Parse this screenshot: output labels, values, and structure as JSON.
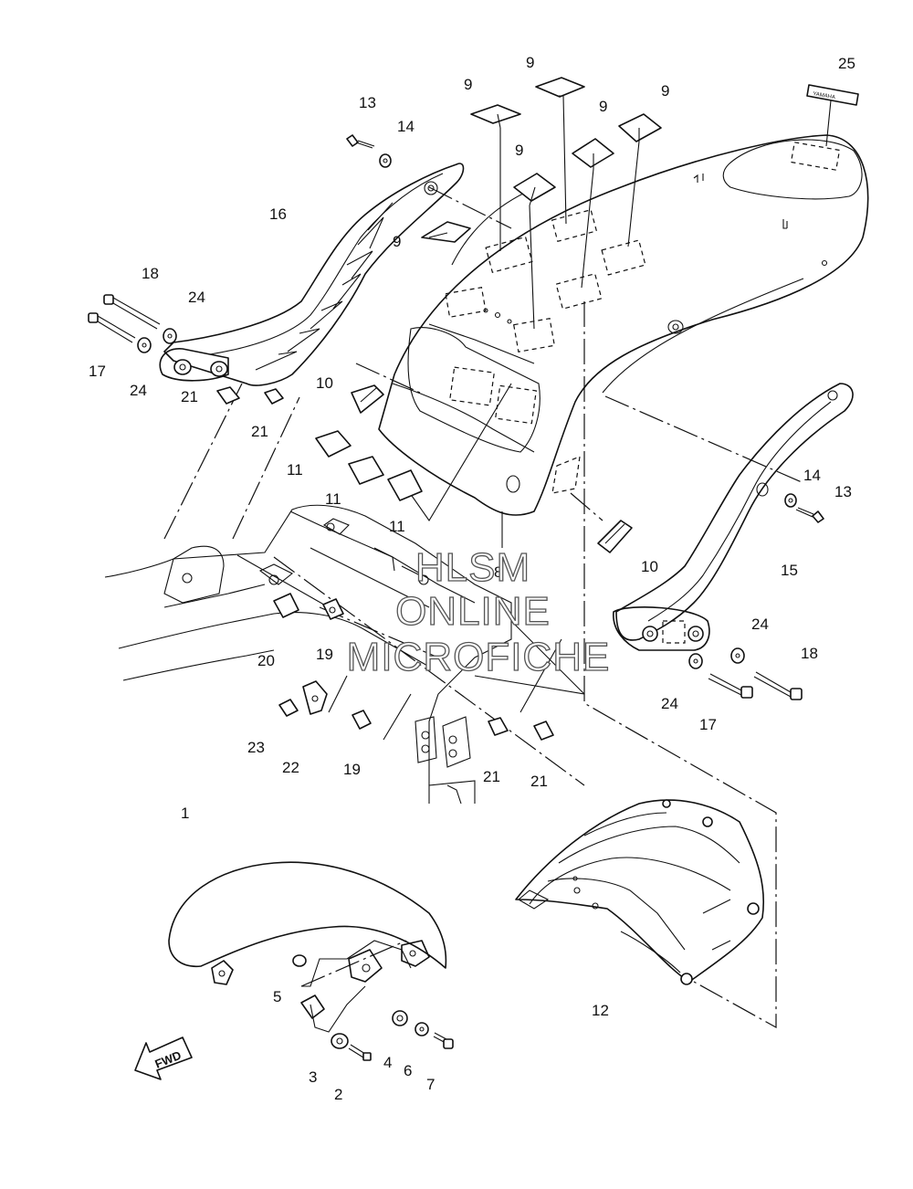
{
  "diagram": {
    "callouts": [
      "1",
      "2",
      "3",
      "4",
      "5",
      "6",
      "7",
      "8",
      "9",
      "10",
      "11",
      "12",
      "13",
      "14",
      "15",
      "16",
      "17",
      "18",
      "19",
      "20",
      "21",
      "22",
      "23",
      "24",
      "25"
    ],
    "direction_label": "FWD",
    "decal_text": "YAMAHA"
  },
  "watermark": {
    "line1": "HLSM",
    "line2": "ONLINE",
    "line3": "MICROFICHE"
  }
}
